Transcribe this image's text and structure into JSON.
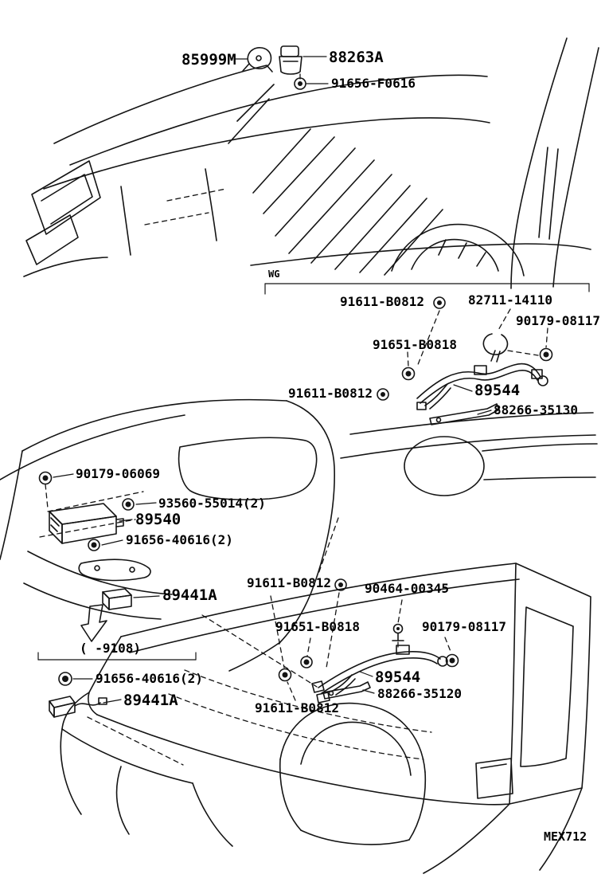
{
  "diagram": {
    "section_label": "WG",
    "sheet_code": "MEX712",
    "accent_color": "#141414",
    "background_color": "#ffffff",
    "part_labels": [
      {
        "text": "85999M",
        "style": "callout"
      },
      {
        "text": "88263A",
        "style": "callout"
      },
      {
        "text": "91656-F0616",
        "style": "partno"
      },
      {
        "text": "91611-B0812",
        "style": "partno"
      },
      {
        "text": "82711-14110",
        "style": "partno"
      },
      {
        "text": "90179-08117",
        "style": "partno"
      },
      {
        "text": "91651-B0818",
        "style": "partno"
      },
      {
        "text": "91611-B0812",
        "style": "partno"
      },
      {
        "text": "89544",
        "style": "callout"
      },
      {
        "text": "88266-35130",
        "style": "partno"
      },
      {
        "text": "90179-06069",
        "style": "partno"
      },
      {
        "text": "93560-55014(2)",
        "style": "partno"
      },
      {
        "text": "89540",
        "style": "callout"
      },
      {
        "text": "91656-40616(2)",
        "style": "partno"
      },
      {
        "text": "89441A",
        "style": "callout"
      },
      {
        "text": "91611-B0812",
        "style": "partno"
      },
      {
        "text": "90464-00345",
        "style": "partno"
      },
      {
        "text": "91651-B0818",
        "style": "partno"
      },
      {
        "text": "90179-08117",
        "style": "partno"
      },
      {
        "text": "( -9108)",
        "style": "partno"
      },
      {
        "text": "91656-40616(2)",
        "style": "partno"
      },
      {
        "text": "89544",
        "style": "callout"
      },
      {
        "text": "88266-35120",
        "style": "partno"
      },
      {
        "text": "89441A",
        "style": "callout"
      },
      {
        "text": "91611-B0812",
        "style": "partno"
      }
    ]
  }
}
